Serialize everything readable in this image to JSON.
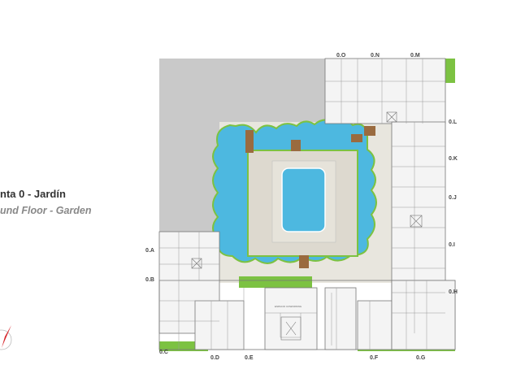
{
  "title": "nta 0 - Jardín",
  "subtitle": "und Floor - Garden",
  "plan": {
    "unit_labels": [
      "0.O",
      "0.N",
      "0.M",
      "0.L",
      "0.K",
      "0.J",
      "0.I",
      "0.H",
      "0.A",
      "0.B",
      "0.C",
      "0.D",
      "0.E",
      "0.F",
      "0.G"
    ],
    "room_label": "ESPACIO COWORKING",
    "colors": {
      "pool": "#4db8e0",
      "garden": "#7cc242",
      "plaza": "#ddd9cf",
      "lot": "#c8c8c8",
      "deck": "#9a6b3f"
    }
  }
}
